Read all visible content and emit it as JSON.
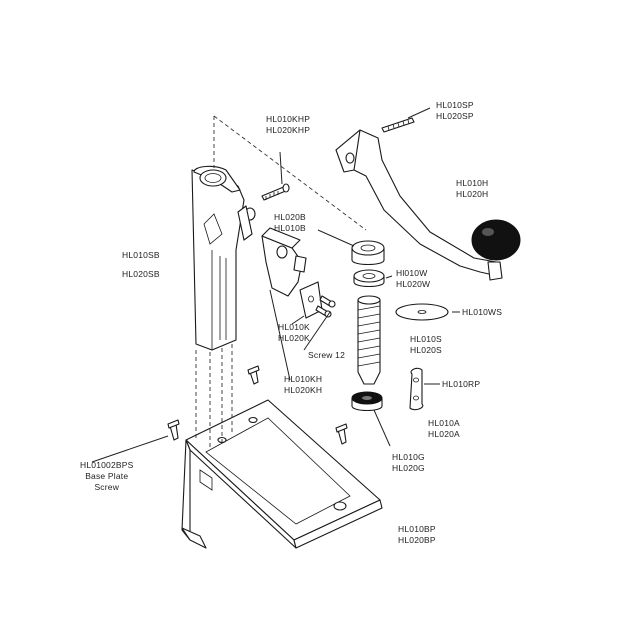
{
  "labels": {
    "spring_pin": [
      "HL010SP",
      "HL020SP"
    ],
    "knob_hinge_pin": [
      "HL010KHP",
      "HL020KHP"
    ],
    "handle": [
      "HL010H",
      "HL020H"
    ],
    "bushing": [
      "HL020B",
      "HL010B"
    ],
    "stand_bar": [
      "HL010SB",
      "HL020SB"
    ],
    "washer": [
      "Hl010W",
      "HL020W"
    ],
    "wing_spacer": [
      "HL010WS"
    ],
    "knife": [
      "HL010K",
      "HL020K"
    ],
    "screw": [
      "Screw 12"
    ],
    "shaft": [
      "HL010S",
      "HL020S"
    ],
    "knife_holder": [
      "HL010KH",
      "HL020KH"
    ],
    "retainer_plate": [
      "HL010RP"
    ],
    "arbor": [
      "HL010A",
      "HL020A"
    ],
    "gear": [
      "HL010G",
      "HL020G"
    ],
    "base_plate_screw": [
      "HL01002BPS",
      "Base Plate",
      "Screw"
    ],
    "base_plate": [
      "HL010BP",
      "HL020BP"
    ]
  },
  "colors": {
    "line": "#1a1a1a",
    "background": "#ffffff",
    "knob": "#111111"
  }
}
